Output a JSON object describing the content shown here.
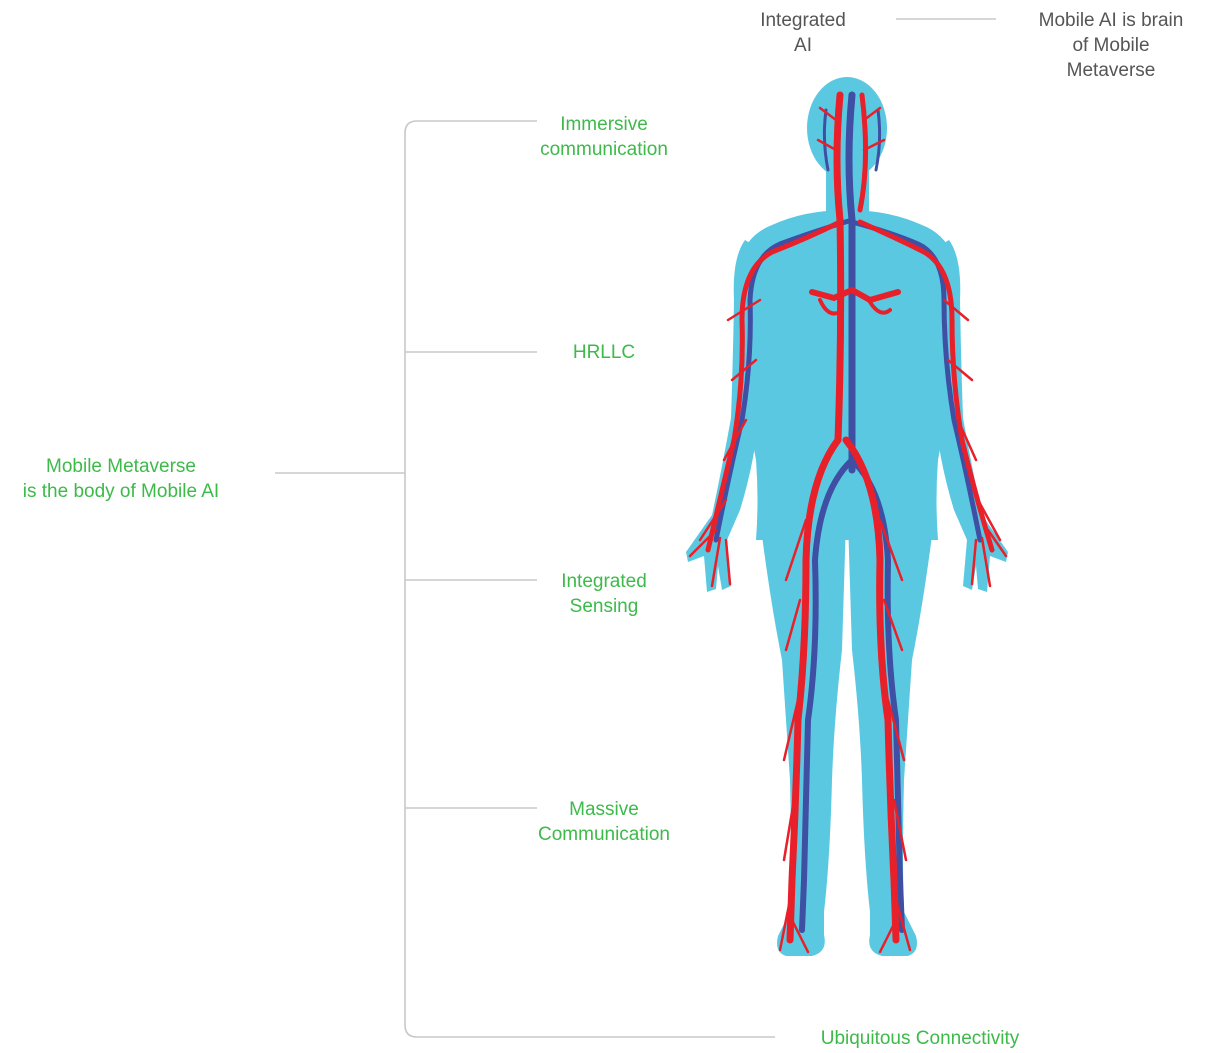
{
  "top": {
    "integrated_ai": [
      "Integrated",
      "AI"
    ],
    "brain_note": [
      "Mobile AI is brain",
      "of Mobile",
      "Metaverse"
    ]
  },
  "body_note": [
    "Mobile Metaverse",
    "is the body of Mobile AI"
  ],
  "branches": {
    "immersive": [
      "Immersive",
      "communication"
    ],
    "hrllc": [
      "HRLLC"
    ],
    "sensing": [
      "Integrated",
      "Sensing"
    ],
    "massive": [
      "Massive",
      "Communication"
    ],
    "ubiquitous": [
      "Ubiquitous Connectivity"
    ]
  },
  "colors": {
    "accent_green": "#3dba4a",
    "dark_text": "#555555",
    "connector": "#c8c8c8",
    "body_fill": "#5bc8e2",
    "artery": "#e8202a",
    "vein": "#3f4fa3"
  },
  "icons": {
    "figure": "human-circulatory-system-icon"
  }
}
